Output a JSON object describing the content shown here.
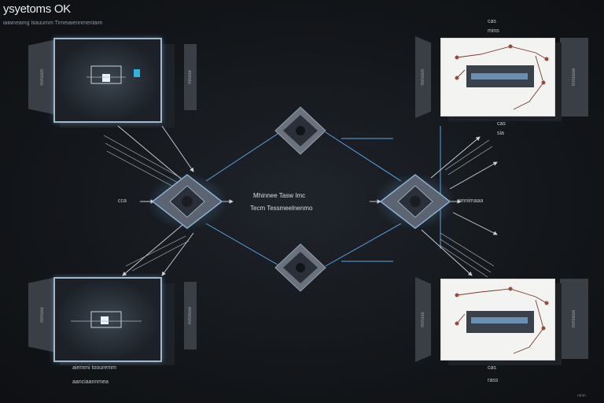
{
  "header": {
    "title": "ysyetoms OK",
    "subtitle": "iaiwneamg Iiiauumm Tirneiaiennmenlaim"
  },
  "center": {
    "line1": "Mhinnee Tasw Imc",
    "line2": "Tecm Tessmeelnenmo"
  },
  "left": {
    "side_label": "cca",
    "bottom_caption1": "aiemmi toouremm",
    "bottom_caption2": "aanciaannmea"
  },
  "right": {
    "top_code1": "cas",
    "top_code2": "mins",
    "mid_code1": "cas",
    "mid_code2": "sia",
    "side_label": "cmnimaaa",
    "bottom_code1": "cas",
    "bottom_code2": "rass"
  },
  "tags": {
    "tl_left": "mmssm",
    "tl_right": "mnsse",
    "bl_left": "mmsse",
    "bl_right": "mmnsse",
    "tr_left": "mmssm",
    "tr_right": "mmnsse",
    "br_left": "mmsse",
    "br_right": "mmnsse"
  },
  "footer": {
    "corner": "ninm"
  },
  "colors": {
    "accent": "#5aa6e6",
    "line_light": "#c9d3dc",
    "node_body": "#5b6470",
    "node_core": "#2b3038",
    "wire_red": "#9a4a3a"
  }
}
